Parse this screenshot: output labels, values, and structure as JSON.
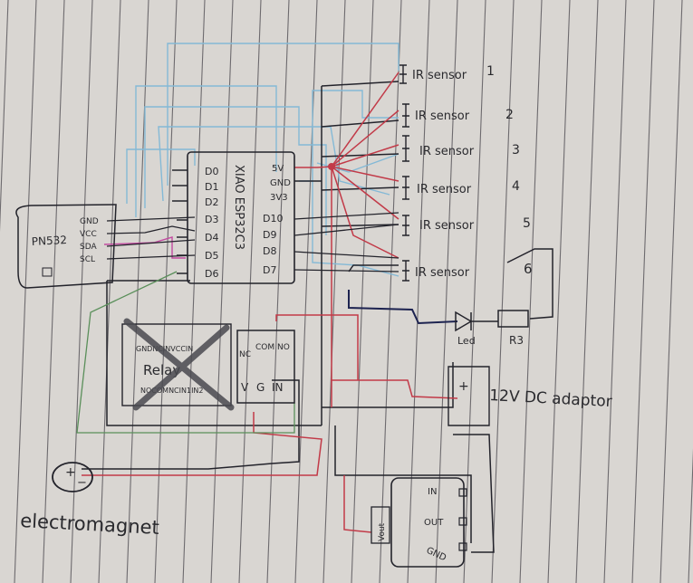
{
  "mcu": {
    "name": "XIAO ESP32C3",
    "pins_left": [
      "D0",
      "D1",
      "D2",
      "D3",
      "D4",
      "D5",
      "D6"
    ],
    "pins_right": [
      "5V",
      "GND",
      "3V3",
      "D10",
      "D9",
      "D8",
      "D7"
    ]
  },
  "nfc": {
    "name": "PN532",
    "pins": [
      "GND",
      "VCC",
      "SDA",
      "SCL"
    ]
  },
  "relay_crossed": {
    "title": "Relay",
    "top_pins": "GNDNCINVCCIN",
    "bottom_pins": "NOCOMNCIN1IN2"
  },
  "relay": {
    "pins_top": [
      "NC",
      "COM",
      "NO"
    ],
    "pins_bottom": [
      "V",
      "G",
      "IN"
    ]
  },
  "ir_sensors": [
    {
      "label": "IR sensor",
      "number": "1"
    },
    {
      "label": "IR sensor",
      "number": "2"
    },
    {
      "label": "IR sensor",
      "number": "3"
    },
    {
      "label": "IR sensor",
      "number": "4"
    },
    {
      "label": "IR sensor",
      "number": "5"
    },
    {
      "label": "IR sensor",
      "number": "6"
    }
  ],
  "led": {
    "label": "Led"
  },
  "resistor": {
    "label": "R3"
  },
  "adapter": {
    "label": "12V DC adaptor",
    "plus": "+"
  },
  "regulator": {
    "pins": [
      "IN",
      "OUT",
      "GND"
    ],
    "side_label": "Vout"
  },
  "electromagnet": {
    "label": "electromagnet",
    "plus": "+",
    "minus": "−"
  },
  "colors": {
    "paper": "#d9d6d2",
    "rule_line": "#3d3b40",
    "ink": "#23232b",
    "red_wire": "#c23a48",
    "blue_wire": "#7fb6d4",
    "magenta_wire": "#c24aa0",
    "green_wire": "#5a8f5a",
    "navy_wire": "#1d2350"
  }
}
